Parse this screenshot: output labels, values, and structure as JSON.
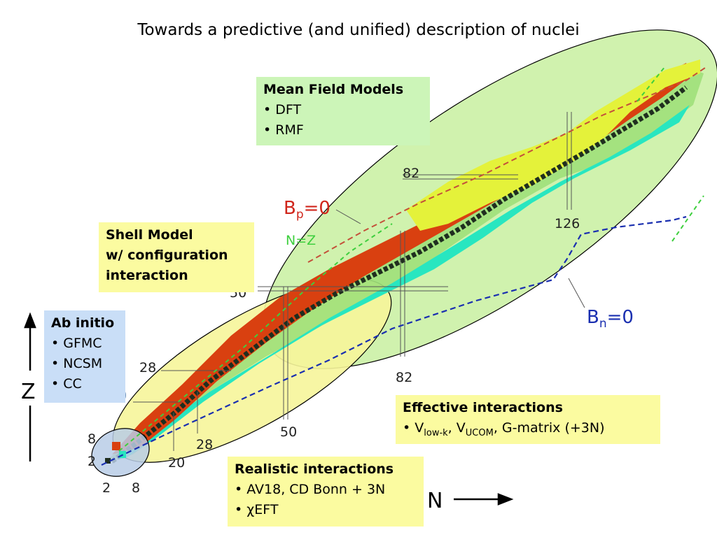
{
  "title": "Towards a predictive (and unified) description of nuclei",
  "axes": {
    "z_label": "Z",
    "n_label": "N"
  },
  "magic_labels": {
    "z_82": "82",
    "z_50": "50",
    "z_28": "28",
    "z_20": "20",
    "z_8": "8",
    "z_2": "2",
    "n_126": "126",
    "n_82": "82",
    "n_50": "50",
    "n_28": "28",
    "n_20": "20",
    "n_8": "8",
    "n_2": "2"
  },
  "dripline_labels": {
    "bp_main": "B",
    "bp_sub": "p",
    "bp_val": "=0",
    "bn_main": "B",
    "bn_sub": "n",
    "bn_val": "=0",
    "nz": "N=Z"
  },
  "boxes": {
    "mean_field": {
      "heading": "Mean Field Models",
      "items": [
        "DFT",
        "RMF"
      ]
    },
    "shell_model": {
      "line1": "Shell Model",
      "line2": "w/ configuration",
      "line3": "interaction"
    },
    "ab_initio": {
      "heading": "Ab initio",
      "items": [
        "GFMC",
        "NCSM",
        "CC"
      ]
    },
    "effective": {
      "heading": "Effective interactions",
      "v1": "V",
      "v1_sub": "low-k",
      "sep1": ", ",
      "v2": "V",
      "v2_sub": "UCOM",
      "rest": ", G-matrix (+3N)"
    },
    "realistic": {
      "heading": "Realistic interactions",
      "item1": "AV18, CD Bonn + 3N",
      "chi": "χ",
      "item2": "EFT"
    }
  },
  "colors": {
    "stable": "#1f2e1f",
    "proton_rich": "#d94010",
    "alpha": "#e4f23a",
    "neutron_rich": "#28e6c0",
    "green_band": "#9fe07a",
    "dripline_n": "#1a2fb0",
    "dripline_p": "#c4503a",
    "nz_line": "#3ecf3e",
    "ellipse_large": "#c8f0a0",
    "ellipse_mid": "#f6f59a",
    "ellipse_small": "#b8cde6"
  }
}
